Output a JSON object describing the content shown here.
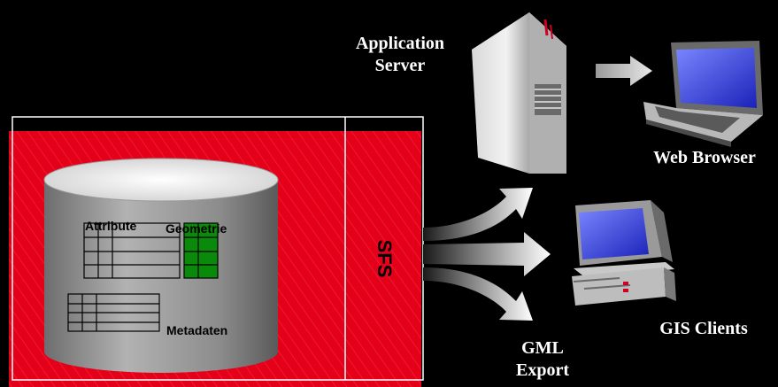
{
  "labels": {
    "app_server_line1": "Application",
    "app_server_line2": "Server",
    "web_browser": "Web Browser",
    "gis_clients": "GIS Clients",
    "gml_line1": "GML",
    "gml_line2": "Export",
    "sfs": "SFS",
    "attribute": "Attribute",
    "geometrie": "Geometrie",
    "metadaten": "Metadaten"
  },
  "colors": {
    "background": "#000000",
    "database_panel": "#e8001a",
    "cylinder": "#8c8c8c",
    "geometry_cells": "#0a8a0a",
    "label_light": "#ffffff"
  },
  "icons": [
    "database-cylinder-icon",
    "server-tower-icon",
    "laptop-icon",
    "desktop-pc-icon",
    "arrow-right-icon",
    "arrow-fan-icon"
  ]
}
